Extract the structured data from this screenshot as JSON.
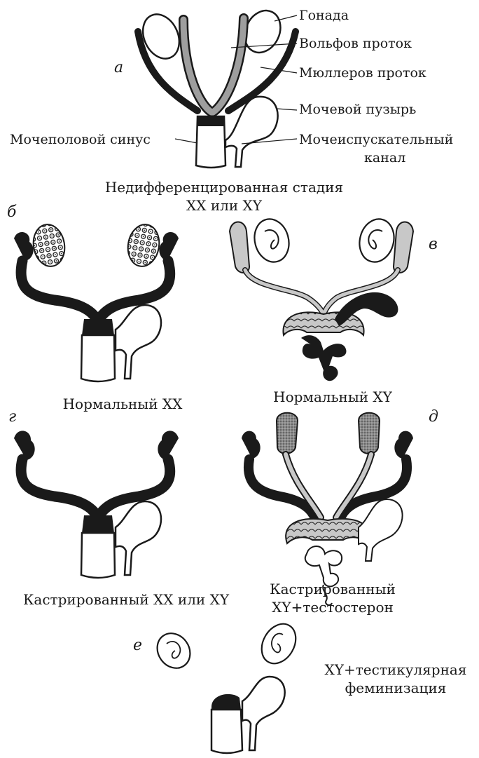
{
  "colors": {
    "ink": "#1a1a1a",
    "wolffian": "#1a1a1a",
    "mullerian": "#9e9e9e",
    "light_gray": "#c8c8c8",
    "paper": "#ffffff"
  },
  "panels": {
    "a": {
      "letter": "а",
      "labels": {
        "gonad": "Гонада",
        "wolffian_duct": "Вольфов проток",
        "mullerian_duct": "Мюллеров проток",
        "bladder": "Мочевой пузырь",
        "urogenital_sinus": "Мочеполовой синус",
        "urethra_line1": "Мочеиспускательный",
        "urethra_line2": "канал"
      },
      "caption_line1": "Недифференцированная стадия",
      "caption_line2": "XX или XY"
    },
    "b": {
      "letter": "б",
      "caption": "Нормальный XX"
    },
    "v": {
      "letter": "в",
      "caption": "Нормальный XY"
    },
    "g": {
      "letter": "г",
      "caption": "Кастрированный XX или XY"
    },
    "d": {
      "letter": "д",
      "caption_line1": "Кастрированный",
      "caption_line2": "XY+тестостерон"
    },
    "e": {
      "letter": "е",
      "caption_line1": "XY+тестикулярная",
      "caption_line2": "феминизация"
    }
  }
}
